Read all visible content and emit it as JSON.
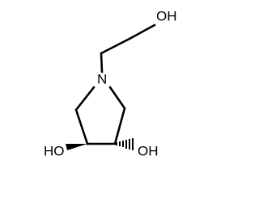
{
  "molecule": {
    "atoms": {
      "hydroxyl_top": "OH",
      "nitrogen": "N",
      "hydroxyl_left": "HO",
      "hydroxyl_right": "OH"
    },
    "colors": {
      "bond": "#000000",
      "label": "#000000"
    }
  }
}
